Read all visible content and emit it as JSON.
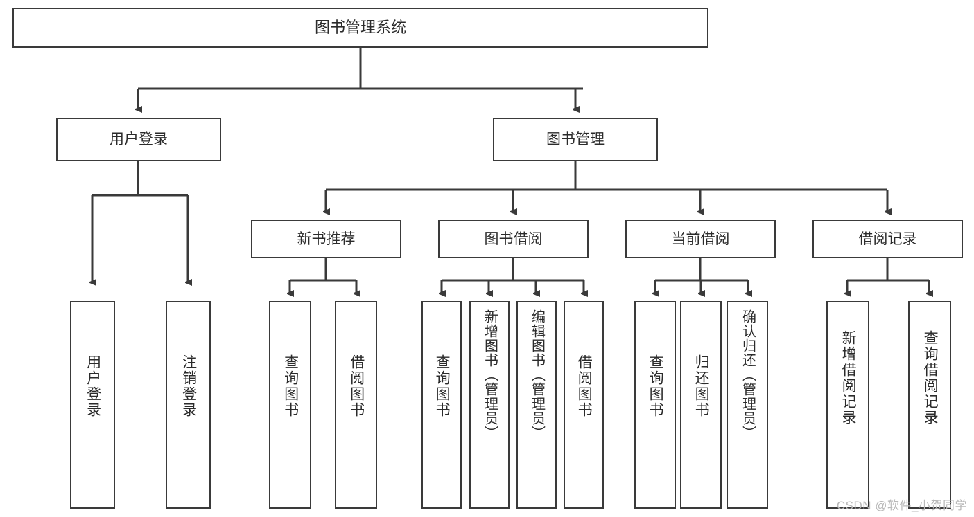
{
  "diagram": {
    "title": "图书管理系统",
    "root": {
      "label": "图书管理系统"
    },
    "level2": [
      {
        "label": "用户登录"
      },
      {
        "label": "图书管理"
      }
    ],
    "level3": [
      {
        "label": "新书推荐"
      },
      {
        "label": "图书借阅"
      },
      {
        "label": "当前借阅"
      },
      {
        "label": "借阅记录"
      }
    ],
    "leaves": {
      "user_login": [
        {
          "label": "用户登录"
        },
        {
          "label": "注销登录"
        }
      ],
      "new_book_recommend": [
        {
          "label": "查询图书"
        },
        {
          "label": "借阅图书"
        }
      ],
      "book_borrow": [
        {
          "label": "查询图书"
        },
        {
          "label": "新增图书（管理员）"
        },
        {
          "label": "编辑图书（管理员）"
        },
        {
          "label": "借阅图书"
        }
      ],
      "current_borrow": [
        {
          "label": "查询图书"
        },
        {
          "label": "归还图书"
        },
        {
          "label": "确认归还（管理员）"
        }
      ],
      "borrow_record": [
        {
          "label": "新增借阅记录"
        },
        {
          "label": "查询借阅记录"
        }
      ]
    }
  },
  "watermark": {
    "text": "CSDN @软件_小贺同学"
  },
  "colors": {
    "border": "#3a3a3a",
    "text": "#2b2b2b",
    "background": "#ffffff",
    "watermark": "#b9b9b9"
  }
}
